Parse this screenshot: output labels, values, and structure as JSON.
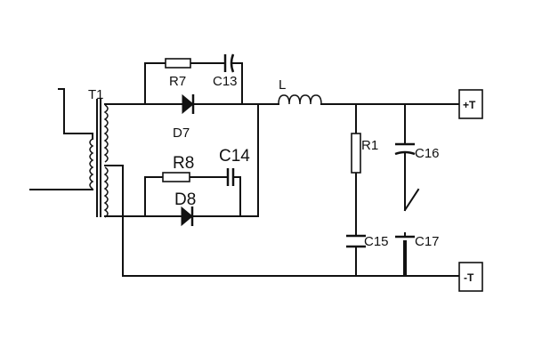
{
  "labels": {
    "transformer": "T1",
    "r7": "R7",
    "c13": "C13",
    "d7": "D7",
    "r8": "R8",
    "c14": "C14",
    "d8": "D8",
    "inductor": "L",
    "r1": "R1",
    "c16": "C16",
    "c15": "C15",
    "c17": "C17",
    "pos_terminal": "+T",
    "neg_terminal": "-T"
  }
}
